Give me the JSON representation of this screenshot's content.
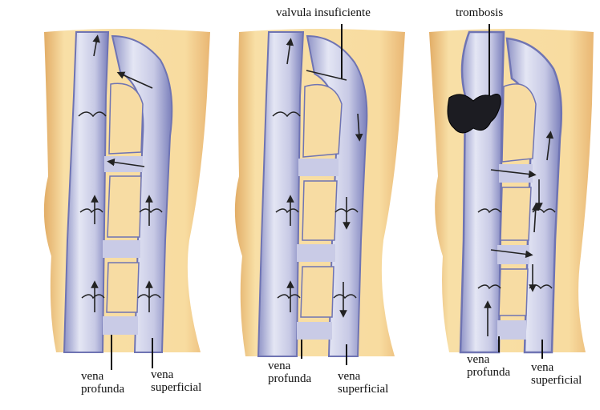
{
  "panels": [
    {
      "id": "normal",
      "labels": {
        "deep_line1": "vena",
        "deep_line2": "profunda",
        "superficial_line1": "vena",
        "superficial_line2": "superficial"
      }
    },
    {
      "id": "insufficient-valve",
      "callout": "valvula insuficiente",
      "labels": {
        "deep_line1": "vena",
        "deep_line2": "profunda",
        "superficial_line1": "vena",
        "superficial_line2": "superficial"
      }
    },
    {
      "id": "thrombosis",
      "callout": "trombosis",
      "labels": {
        "deep_line1": "vena",
        "deep_line2": "profunda",
        "superficial_line1": "vena",
        "superficial_line2": "superficial"
      }
    }
  ],
  "colors": {
    "skin": "#f7dca3",
    "skin_shadow": "#e9b86e",
    "vein_fill": "#c9cbe6",
    "vein_edge": "#6f74b3",
    "vein_light": "#eceef8",
    "clot": "#1c1c22",
    "ink": "#111111"
  }
}
